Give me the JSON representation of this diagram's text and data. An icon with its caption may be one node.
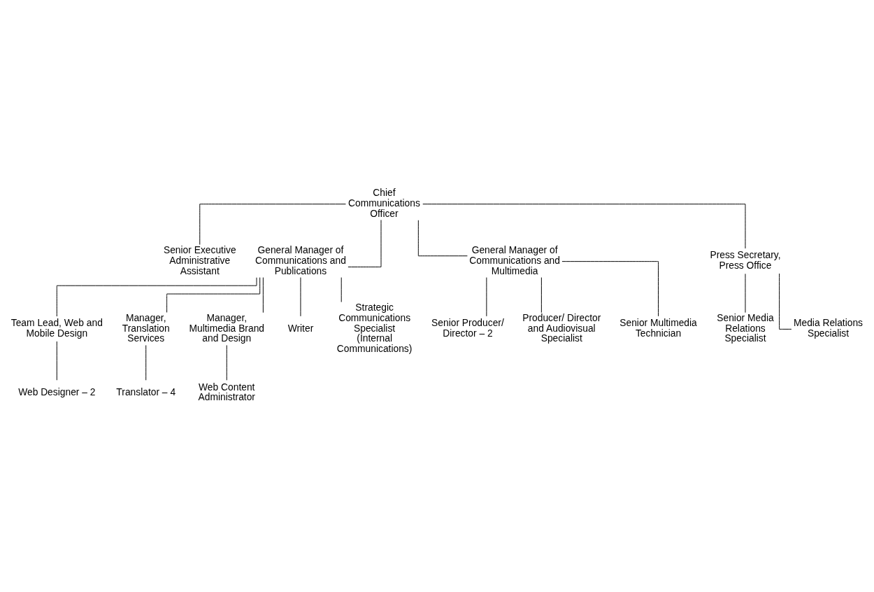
{
  "diagram": {
    "nodes": [
      {
        "text": [
          "Chief Communications Officer"
        ]
      },
      {
        "text": [
          "Senior Executive Administrative Assistant"
        ]
      },
      {
        "text": [
          "General Manager of Communications and Publications"
        ]
      },
      {
        "text": [
          "General Manager of Communications and Multimedia"
        ]
      },
      {
        "text": [
          "Press Secretary, Press Office"
        ]
      },
      {
        "text": [
          "Team Lead, Web and Mobile Design"
        ]
      },
      {
        "text": [
          "Manager, Translation Services"
        ]
      },
      {
        "text": [
          "Manager, Multimedia Brand and Design"
        ]
      },
      {
        "text": [
          "Writer"
        ]
      },
      {
        "text": [
          "Strategic Communications Specialist (Internal Communications)"
        ]
      },
      {
        "text": [
          "Senior Producer/ Director – 2"
        ]
      },
      {
        "text": [
          "Producer/ Director and Audiovisual Specialist"
        ]
      },
      {
        "text": [
          "Senior Multimedia Technician"
        ]
      },
      {
        "text": [
          "Senior Media Relations Specialist"
        ]
      },
      {
        "text": [
          "Media Relations Specialist"
        ]
      },
      {
        "text": [
          "Web Designer – 2"
        ]
      },
      {
        "text": [
          "Translator – 4"
        ]
      },
      {
        "text": [
          "Web Content Administrator"
        ]
      }
    ],
    "edges": [
      {
        "from": 0,
        "to": 1,
        "arrow": "none"
      },
      {
        "from": 0,
        "to": 2,
        "arrow": "none"
      },
      {
        "from": 0,
        "to": 3,
        "arrow": "none"
      },
      {
        "from": 0,
        "to": 4,
        "arrow": "none"
      },
      {
        "from": 2,
        "to": 5,
        "arrow": "none"
      },
      {
        "from": 2,
        "to": 6,
        "arrow": "none"
      },
      {
        "from": 2,
        "to": 7,
        "arrow": "none"
      },
      {
        "from": 2,
        "to": 8,
        "arrow": "none"
      },
      {
        "from": 2,
        "to": 9,
        "arrow": "none"
      },
      {
        "from": 3,
        "to": 10,
        "arrow": "none"
      },
      {
        "from": 3,
        "to": 11,
        "arrow": "none"
      },
      {
        "from": 3,
        "to": 12,
        "arrow": "none"
      },
      {
        "from": 4,
        "to": 13,
        "arrow": "none"
      },
      {
        "from": 4,
        "to": 14,
        "arrow": "none"
      },
      {
        "from": 5,
        "to": 15,
        "arrow": "none"
      },
      {
        "from": 6,
        "to": 16,
        "arrow": "none"
      },
      {
        "from": 7,
        "to": 17,
        "arrow": "none"
      }
    ]
  }
}
